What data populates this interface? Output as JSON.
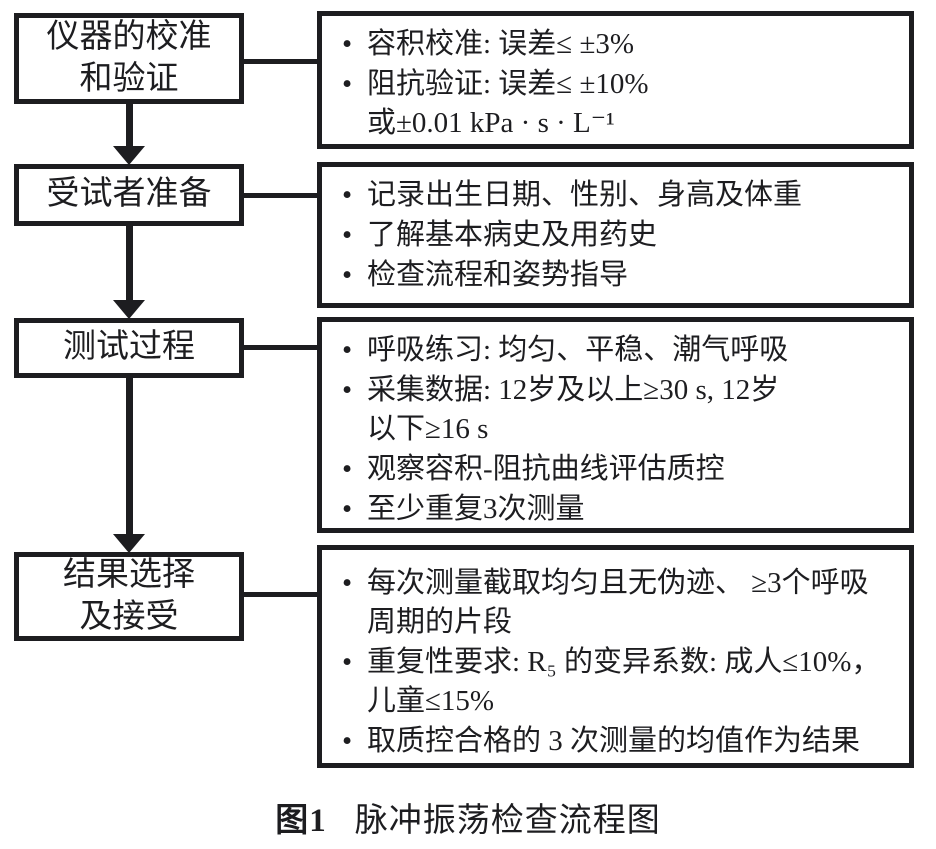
{
  "palette": {
    "ink": "#1d1d20",
    "background": "#ffffff"
  },
  "steps": [
    {
      "title": "仪器的校准\n和验证",
      "details": [
        "容积校准: 误差≤ ±3%",
        "阻抗验证: 误差≤ ±10%\n或±0.01 kPa · s · L⁻¹"
      ]
    },
    {
      "title": "受试者准备",
      "details": [
        "记录出生日期、性别、身高及体重",
        "了解基本病史及用药史",
        "检查流程和姿势指导"
      ]
    },
    {
      "title": "测试过程",
      "details": [
        "呼吸练习: 均匀、平稳、潮气呼吸",
        "采集数据: 12岁及以上≥30 s, 12岁\n以下≥16 s",
        "观察容积-阻抗曲线评估质控",
        "至少重复3次测量"
      ]
    },
    {
      "title": "结果选择\n及接受",
      "details": [
        "每次测量截取均匀且无伪迹、 ≥3个呼吸\n周期的片段",
        "重复性要求: R₅ 的变异系数: 成人≤10%，\n儿童≤15%",
        "取质控合格的 3 次测量的均值作为结果"
      ]
    }
  ],
  "caption": {
    "label": "图1",
    "text": "脉冲振荡检查流程图"
  }
}
